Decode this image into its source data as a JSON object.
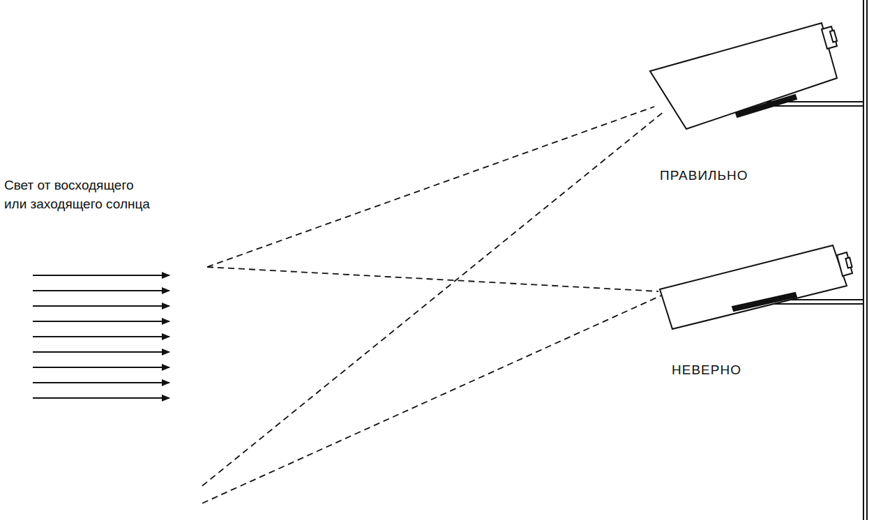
{
  "diagram": {
    "labels": [
      "Свет от восходящего или заходящего солнца",
      "ПРАВИЛЬНО",
      "НЕВЕРНО"
    ]
  }
}
